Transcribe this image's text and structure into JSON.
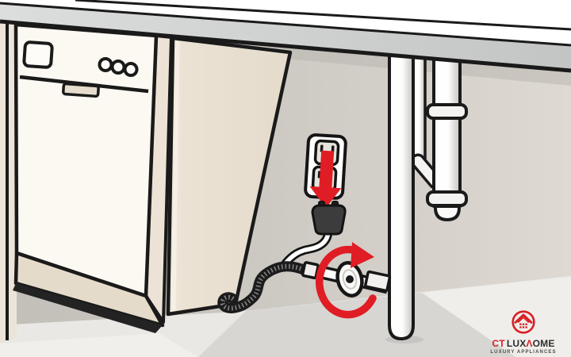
{
  "logo": {
    "brand_prefix": "CT",
    "brand_mid": "LUX",
    "brand_glyph": "Λ",
    "brand_suffix": "OME",
    "tagline": "LUXURY APPLIANCES"
  },
  "colors": {
    "accent_red": "#e01d24",
    "outline": "#1a1a1a",
    "cabinet_cream": "#ece3d6",
    "dishwasher_white": "#fbf9f2",
    "kick_plate_beige": "#e5dbca",
    "counter_edge_gray": "#cdcfce",
    "wall_gray": "#d0ccc6",
    "floor_gray": "#e9e8e5",
    "hose_black": "#1c1c1c",
    "logo_dark": "#2d2d2d",
    "logo_gray": "#4d4b48"
  },
  "icons": {
    "unplug_arrow": "red-down-arrow",
    "valve_rotation": "red-clockwise-rotation-arrow",
    "logo_house": "house-in-ring"
  }
}
